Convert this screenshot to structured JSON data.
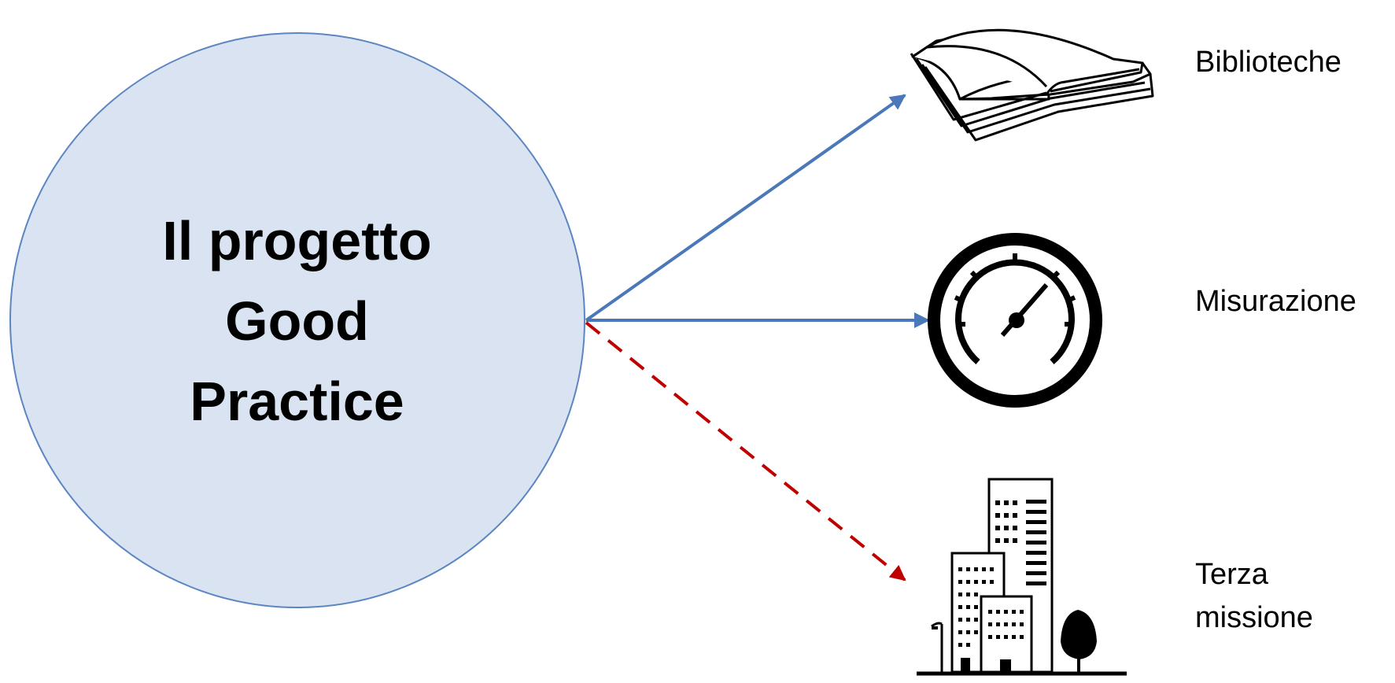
{
  "center": {
    "lines": [
      "Il progetto",
      "Good",
      "Practice"
    ],
    "fill": "#dae3f1",
    "stroke": "#5b86c2"
  },
  "branches": [
    {
      "label": "Biblioteche",
      "icon": "open-book-icon",
      "arrow_style": "solid",
      "arrow_color": "#4a78b8"
    },
    {
      "label": "Misurazione",
      "icon": "gauge-icon",
      "arrow_style": "solid",
      "arrow_color": "#4a78b8"
    },
    {
      "label": "Terza\nmissione",
      "icon": "city-buildings-icon",
      "arrow_style": "dashed",
      "arrow_color": "#c00000"
    }
  ]
}
